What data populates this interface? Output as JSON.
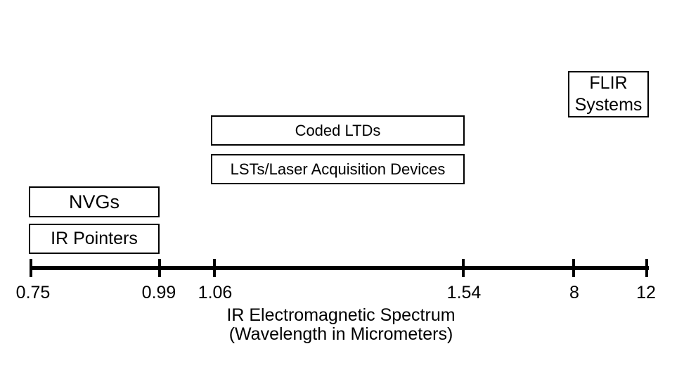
{
  "boxes": {
    "flir_line1": "FLIR",
    "flir_line2": "Systems",
    "coded_ltds": "Coded LTDs",
    "lsts": "LSTs/Laser Acquisition Devices",
    "nvgs": "NVGs",
    "ir_pointers": "IR Pointers"
  },
  "axis": {
    "ticks": [
      "0.75",
      "0.99",
      "1.06",
      "1.54",
      "8",
      "12"
    ],
    "title_line1": "IR Electromagnetic Spectrum",
    "title_line2": "(Wavelength in Micrometers)"
  }
}
